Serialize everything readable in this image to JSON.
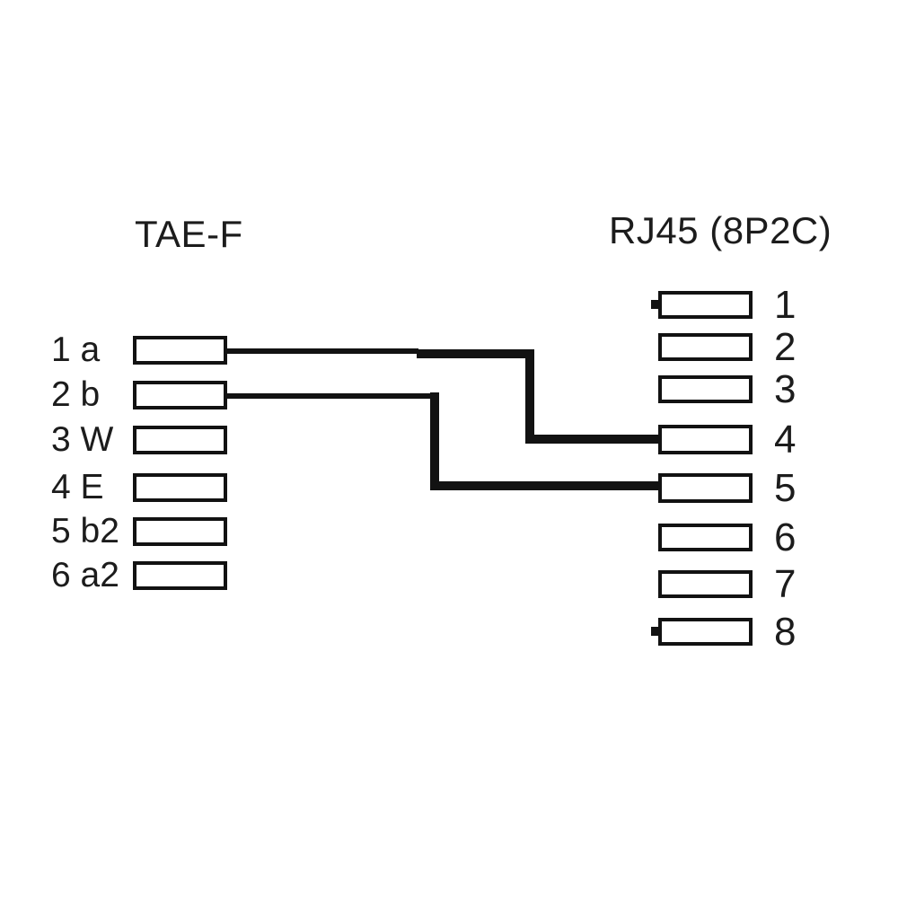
{
  "diagram": {
    "type": "pinout-wiring-diagram",
    "colors": {
      "line": "#121212",
      "text": "#1c1c1c",
      "background": "#ffffff"
    },
    "left_connector": {
      "title": "TAE-F",
      "pins": [
        {
          "label": "1 a"
        },
        {
          "label": "2 b"
        },
        {
          "label": "3 W"
        },
        {
          "label": "4 E"
        },
        {
          "label": "5 b2"
        },
        {
          "label": "6 a2"
        }
      ]
    },
    "right_connector": {
      "title": "RJ45 (8P2C)",
      "pins": [
        {
          "label": "1"
        },
        {
          "label": "2"
        },
        {
          "label": "3"
        },
        {
          "label": "4"
        },
        {
          "label": "5"
        },
        {
          "label": "6"
        },
        {
          "label": "7"
        },
        {
          "label": "8"
        }
      ]
    },
    "connections": [
      {
        "from": "1 a",
        "to": "4"
      },
      {
        "from": "2 b",
        "to": "5"
      }
    ]
  }
}
